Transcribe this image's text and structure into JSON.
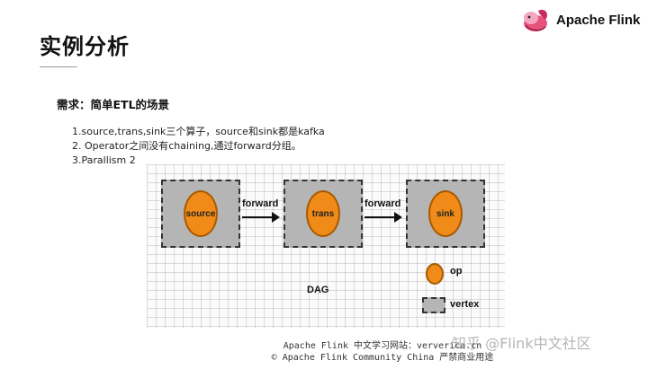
{
  "brand": {
    "name": "Apache Flink",
    "logo_icon": "flink-squirrel-logo"
  },
  "slide": {
    "title": "实例分析"
  },
  "requirement": {
    "heading": "需求：简单ETL的场景"
  },
  "list": [
    "1.source,trans,sink三个算子，source和sink都是kafka",
    "2. Operator之间没有chaining,通过forward分组。",
    "3.Parallism 2"
  ],
  "dag": {
    "nodes": [
      "source",
      "trans",
      "sink"
    ],
    "edges": [
      "forward",
      "forward"
    ],
    "label": "DAG",
    "legend": {
      "op": "op",
      "vertex": "vertex"
    },
    "colors": {
      "op_fill": "#f08a18",
      "vertex_fill": "#b5b5b5"
    }
  },
  "footer": {
    "line1": "Apache Flink 中文学习网站：ververica.cn",
    "line2": "© Apache Flink Community China  严禁商业用途"
  },
  "watermark": "知乎 @Flink中文社区"
}
